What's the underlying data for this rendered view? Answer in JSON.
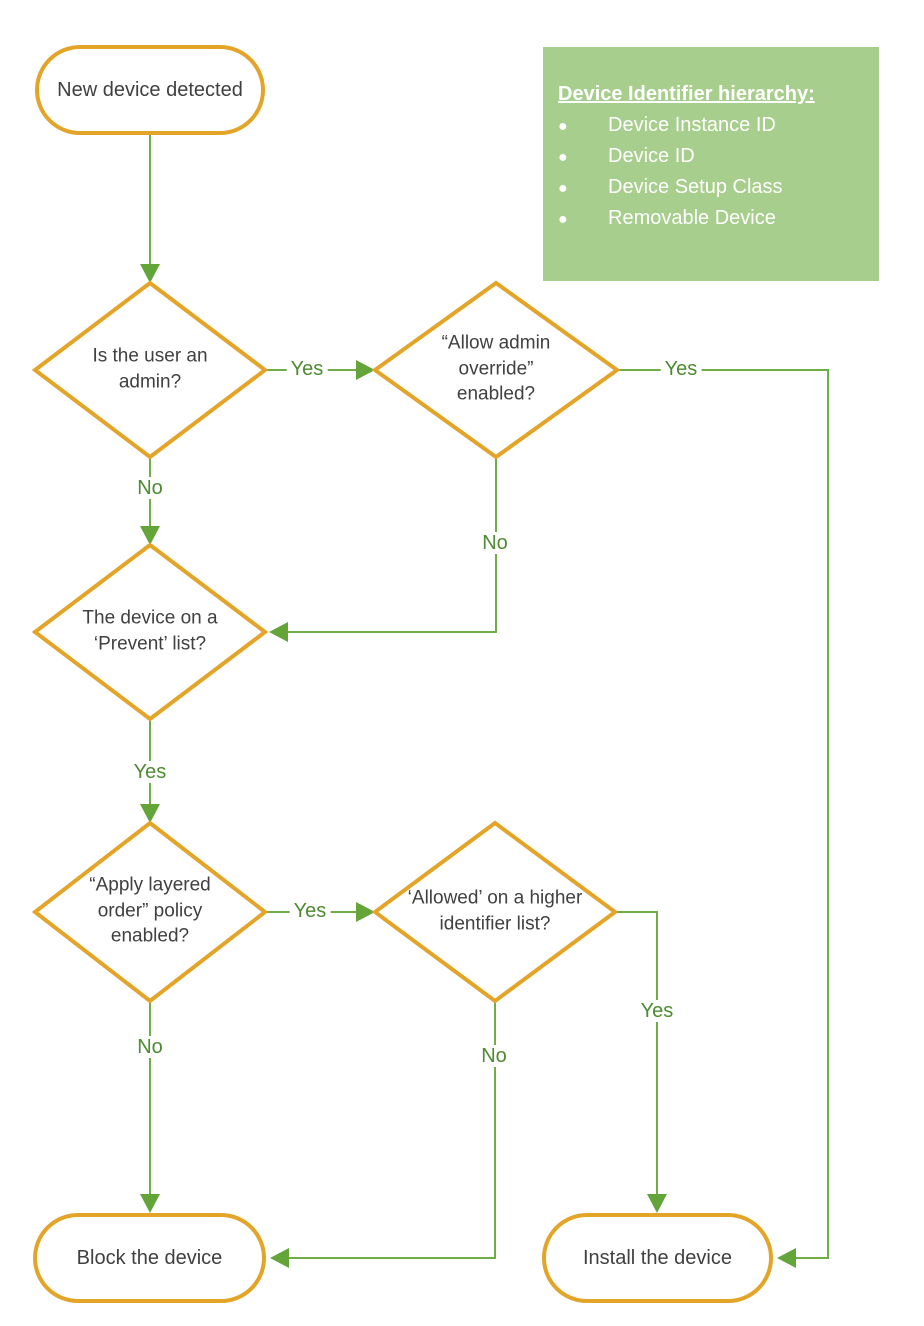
{
  "colors": {
    "shape_border_gold": "#E3A428",
    "connector_green": "#6FAD47",
    "arrowhead_green": "#63A539",
    "edge_label_green": "#4D8A31",
    "shape_text_gray": "#404040",
    "info_box_bg": "#A7CE8C",
    "info_box_text": "#FFFFFF"
  },
  "nodes": {
    "start": "New device detected",
    "d1": "Is the user an admin?",
    "d2": "“Allow admin override” enabled?",
    "d3": "The device on a ‘Prevent’ list?",
    "d4": "“Apply layered order” policy enabled?",
    "d5": "‘Allowed’ on a higher identifier list?",
    "block": "Block the device",
    "install": "Install the device"
  },
  "edges": {
    "d1_yes": "Yes",
    "d1_no": "No",
    "d2_yes": "Yes",
    "d2_no": "No",
    "d3_yes": "Yes",
    "d4_yes": "Yes",
    "d4_no": "No",
    "d5_yes": "Yes",
    "d5_no": "No"
  },
  "info_box": {
    "title": "Device Identifier hierarchy:",
    "items": [
      "Device Instance ID",
      "Device ID",
      "Device Setup Class",
      "Removable Device"
    ]
  }
}
